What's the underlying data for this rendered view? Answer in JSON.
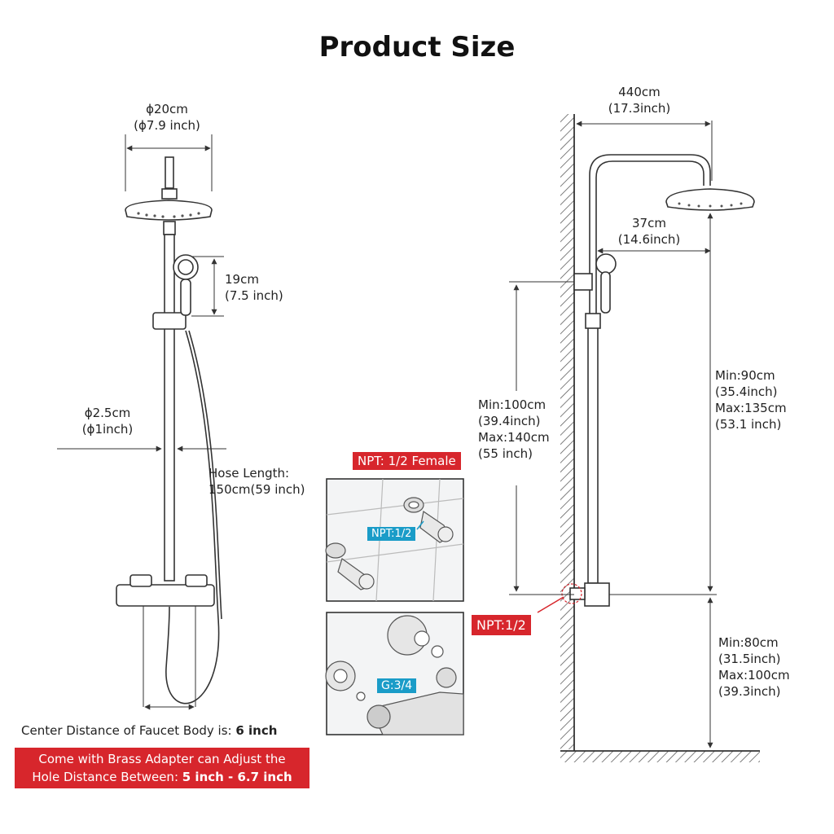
{
  "title": "Product Size",
  "left": {
    "head_diameter": {
      "cm": "ϕ20cm",
      "inch": "(ϕ7.9 inch)"
    },
    "handheld_length": {
      "cm": "19cm",
      "inch": "(7.5 inch)"
    },
    "pipe_diameter": {
      "cm": "ϕ2.5cm",
      "inch": "(ϕ1inch)"
    },
    "hose": {
      "line1": "Hose Length:",
      "line2": "150cm(59 inch)"
    },
    "center_distance": {
      "text": "Center Distance of Faucet Body is: ",
      "value": "6 inch"
    },
    "adapter_note": {
      "line1": "Come with Brass Adapter can Adjust the",
      "line2_text": "Hole Distance Between: ",
      "line2_value": "5 inch - 6.7 inch"
    }
  },
  "callouts": {
    "npt_female": "NPT: 1/2 Female",
    "npt_half_small": "NPT:1/2",
    "npt_half": "NPT:1/2",
    "g34": "G:3/4"
  },
  "right": {
    "arm_length": {
      "cm": "440cm",
      "inch": "(17.3inch)"
    },
    "arm_projection": {
      "cm": "37cm",
      "inch": "(14.6inch)"
    },
    "slide_range": {
      "l1": "Min:100cm",
      "l2": "(39.4inch)",
      "l3": "Max:140cm",
      "l4": "(55 inch)"
    },
    "head_height": {
      "l1": "Min:90cm",
      "l2": "(35.4inch)",
      "l3": "Max:135cm",
      "l4": "(53.1 inch)"
    },
    "valve_height": {
      "l1": "Min:80cm",
      "l2": "(31.5inch)",
      "l3": "Max:100cm",
      "l4": "(39.3inch)"
    }
  },
  "colors": {
    "accent_red": "#d7262c",
    "accent_blue": "#1a9cc8",
    "line": "#333333"
  }
}
